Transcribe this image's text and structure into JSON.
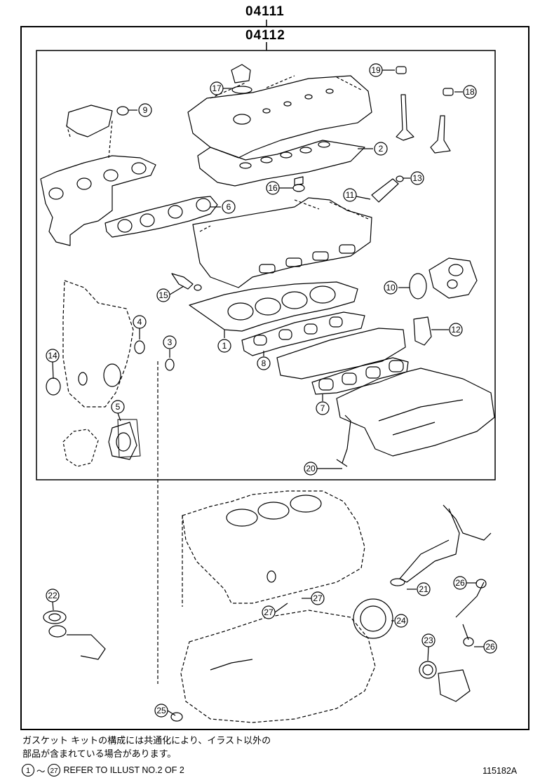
{
  "header": {
    "outer_kit_number": "04111",
    "inner_kit_number": "04112"
  },
  "callouts": [
    "1",
    "2",
    "3",
    "4",
    "5",
    "6",
    "7",
    "8",
    "9",
    "10",
    "11",
    "12",
    "13",
    "14",
    "15",
    "16",
    "17",
    "18",
    "19",
    "20",
    "21",
    "22",
    "23",
    "24",
    "25",
    "26",
    "26",
    "27",
    "27"
  ],
  "footer": {
    "note_line1": "ガスケット キットの構成には共通化により、イラスト以外の",
    "note_line2": "部品が含まれている場合があります。",
    "range_start": "1",
    "range_sep": "～",
    "range_end": "27",
    "ref_text": "REFER TO ILLUST NO.2 OF 2",
    "illustration_code": "115182A"
  }
}
